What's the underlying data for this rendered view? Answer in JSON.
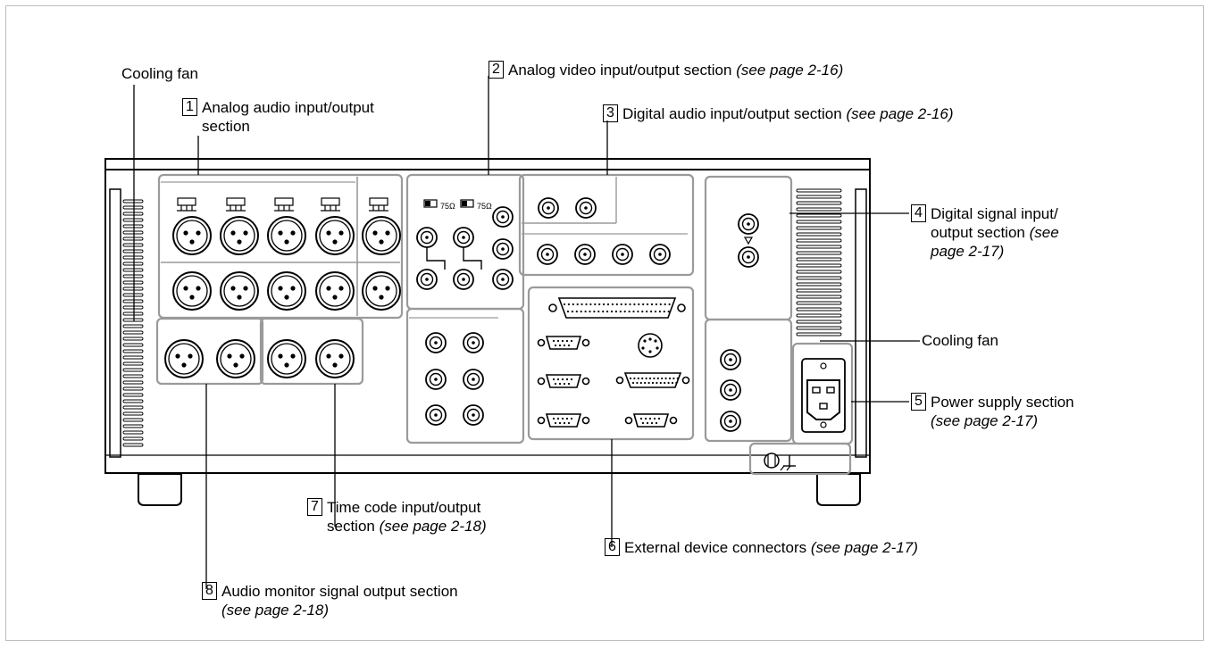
{
  "callouts": {
    "cooling_fan_left": "Cooling fan",
    "analog_audio": {
      "number": "1",
      "line1": "Analog audio input/output",
      "line2": "section"
    },
    "analog_video": {
      "number": "2",
      "text": "Analog video input/output section",
      "ref": "(see page 2-16)"
    },
    "digital_audio": {
      "number": "3",
      "text": "Digital audio input/output section",
      "ref": "(see page 2-16)"
    },
    "digital_signal": {
      "number": "4",
      "line1": "Digital signal input/",
      "line2a": "output section ",
      "line2ref": "(see",
      "line3ref": "page 2-17)"
    },
    "cooling_fan_right": "Cooling fan",
    "power_supply": {
      "number": "5",
      "text": "Power supply section",
      "ref": "(see page 2-17)"
    },
    "external_device": {
      "number": "6",
      "text": "External device connectors",
      "ref": "(see page 2-17)"
    },
    "time_code": {
      "number": "7",
      "line1": "Time code input/output",
      "line2": "section ",
      "ref": "(see page 2-18)"
    },
    "audio_monitor": {
      "number": "8",
      "text": "Audio monitor signal output section",
      "ref": "(see page 2-18)"
    }
  },
  "panel": {
    "impedance_label_1": "75Ω",
    "impedance_label_2": "75Ω"
  },
  "colors": {
    "line": "#000000",
    "section_outline": "#9a9a9a",
    "frame": "#bdbdbd"
  }
}
